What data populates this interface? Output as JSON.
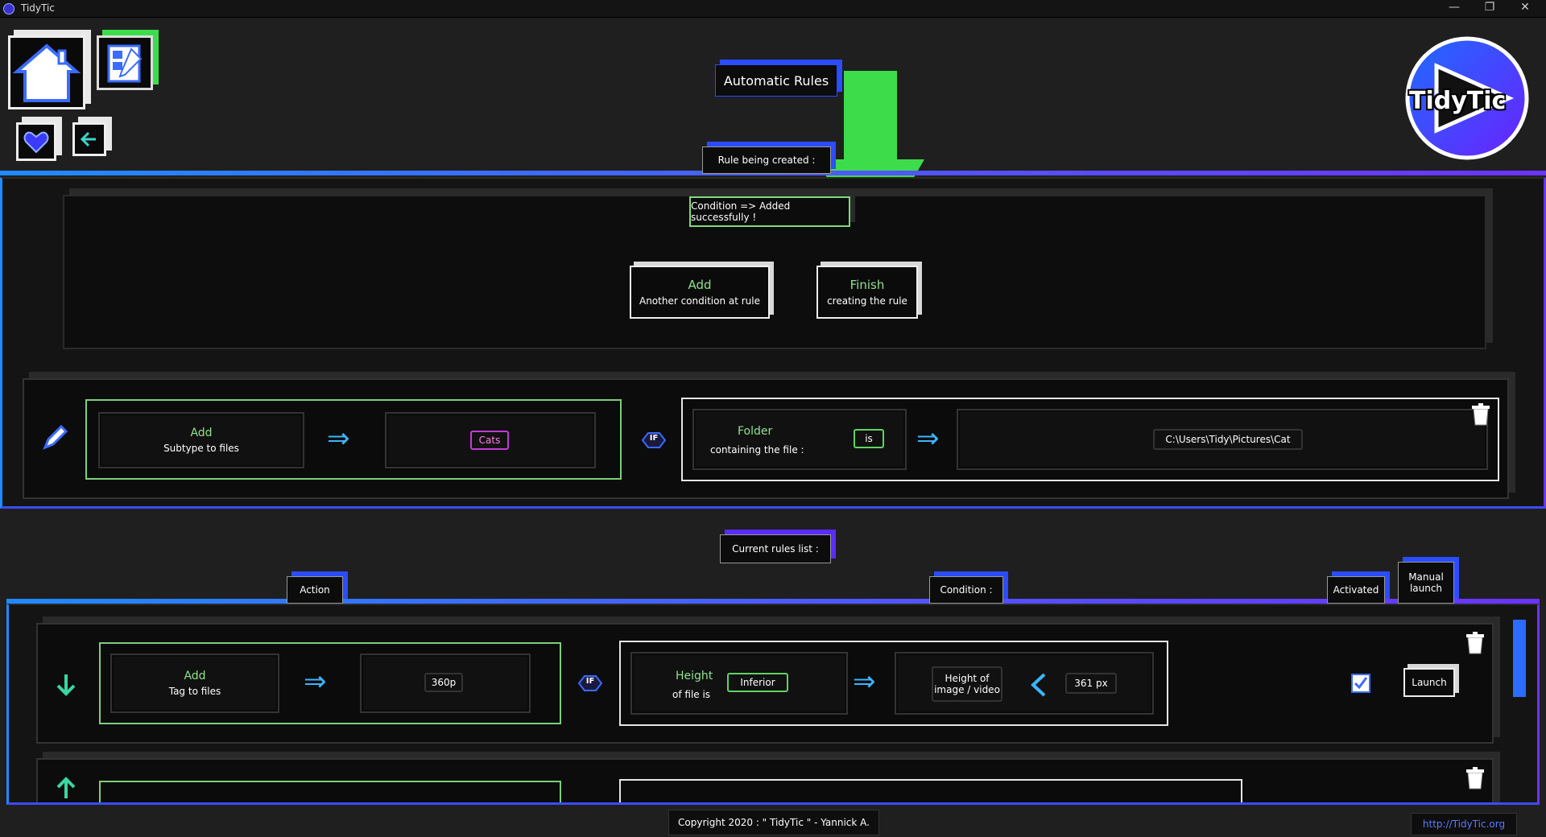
{
  "window": {
    "title": "TidyTic",
    "minimize": "—",
    "restore": "❐",
    "close": "✕"
  },
  "nav": {
    "home": "home-icon",
    "edit": "edit-document-icon",
    "favorite": "heart-icon",
    "back": "arrow-left-icon"
  },
  "header": {
    "title": "Automatic Rules",
    "logo_text": "TidyTic"
  },
  "creating": {
    "label": "Rule being created :",
    "status": "Condition => Added successfully !",
    "add_button": {
      "title": "Add",
      "subtitle": "Another condition at rule"
    },
    "finish_button": {
      "title": "Finish",
      "subtitle": "creating the rule"
    }
  },
  "current_rule": {
    "action": {
      "title": "Add",
      "subtitle": "Subtype to files",
      "value": "Cats"
    },
    "if_label": "IF",
    "condition": {
      "title": "Folder",
      "subtitle": "containing the file :",
      "operator": "is",
      "value": "C:\\Users\\Tidy\\Pictures\\Cat"
    }
  },
  "rules_list": {
    "label": "Current rules list :",
    "columns": {
      "action": "Action",
      "condition": "Condition :",
      "activated": "Activated",
      "manual_launch_1": "Manual",
      "manual_launch_2": "launch"
    },
    "rows": [
      {
        "action": {
          "title": "Add",
          "subtitle": "Tag to files",
          "value": "360p"
        },
        "if_label": "IF",
        "condition": {
          "title": "Height",
          "subtitle": "of file is",
          "operator": "Inferior",
          "target_1": "Height of",
          "target_2": "image / video",
          "value": "361 px"
        },
        "activated": true,
        "launch_label": "Launch"
      }
    ]
  },
  "footer": {
    "copyright": "Copyright 2020 : \" TidyTic \" - Yannick A.",
    "link": "http://TidyTic.org"
  },
  "colors": {
    "accent_blue": "#2b4cff",
    "accent_green": "#3ddc4a",
    "accent_purple": "#6b33ff"
  }
}
